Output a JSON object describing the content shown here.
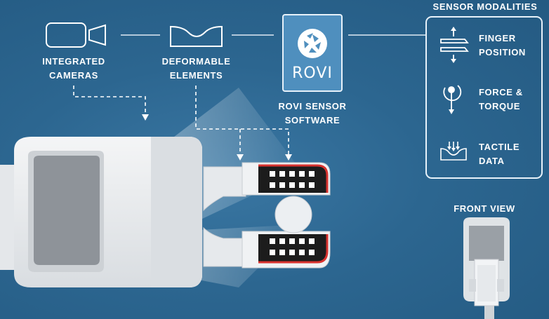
{
  "labels": {
    "cameras_line1": "INTEGRATED",
    "cameras_line2": "CAMERAS",
    "deform_line1": "DEFORMABLE",
    "deform_line2": "ELEMENTS",
    "rovi_logo": "ROVI",
    "software_line1": "ROVI SENSOR",
    "software_line2": "SOFTWARE",
    "front_view": "FRONT VIEW"
  },
  "modalities": {
    "title": "SENSOR MODALITIES",
    "items": [
      {
        "icon": "finger-position-icon",
        "line1": "FINGER",
        "line2": "POSITION"
      },
      {
        "icon": "force-torque-icon",
        "line1": "FORCE &",
        "line2": "TORQUE"
      },
      {
        "icon": "tactile-data-icon",
        "line1": "TACTILE",
        "line2": "DATA"
      }
    ]
  },
  "colors": {
    "background": "#2e6590",
    "rovi_box": "#4f8fbe",
    "gripper_body": "#e9ecef",
    "finger_pad": "#1c1c1c",
    "finger_accent": "#d8322e"
  }
}
